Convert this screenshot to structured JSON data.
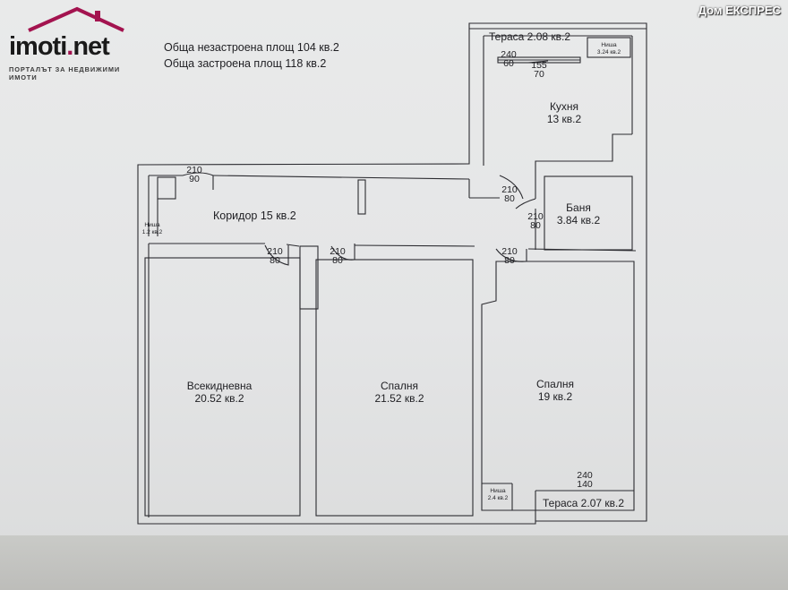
{
  "watermark": {
    "logo_text": "imoti",
    "logo_dot": ".",
    "logo_suffix": "net",
    "logo_tagline": "ПОРТАЛЪТ ЗА НЕДВИЖИМИ ИМОТИ",
    "brand": "Дом ЕКСПРЕС",
    "accent_color": "#a3134f"
  },
  "summary": {
    "unbuilt": "Обща незастроена площ 104 кв.2",
    "built": "Обща застроена площ 118 кв.2"
  },
  "rooms": {
    "terrace_top": "Тераса  2.08 кв.2",
    "niche_top_name": "Ниша",
    "niche_top_area": "3.24 кв.2",
    "kitchen_name": "Кухня",
    "kitchen_area": "13 кв.2",
    "corridor": "Коридор 15 кв.2",
    "niche_left_name": "Ниша",
    "niche_left_area": "1.2 кв.2",
    "bath_name": "Баня",
    "bath_area": "3.84 кв.2",
    "living_name": "Всекидневна",
    "living_area": "20.52 кв.2",
    "bed1_name": "Спалня",
    "bed1_area": "21.52 кв.2",
    "bed2_name": "Спалня",
    "bed2_area": "19 кв.2",
    "niche_br_name": "Ниша",
    "niche_br_area": "2.4 кв.2",
    "terrace_bottom": "Тераса  2.07 кв.2"
  },
  "dimensions": {
    "top_door_h": "240",
    "top_door_w": "60",
    "top_win_h": "155",
    "top_win_w": "70",
    "entry_h": "210",
    "entry_w": "90",
    "kitchen_door_h": "210",
    "kitchen_door_w": "80",
    "bath_door_h": "210",
    "bath_door_w": "80",
    "living_door_h": "210",
    "living_door_w": "80",
    "bed1_door_h": "210",
    "bed1_door_w": "80",
    "bed2_door_h": "210",
    "bed2_door_w": "80",
    "bottom_door_h": "240",
    "bottom_door_w": "140"
  }
}
